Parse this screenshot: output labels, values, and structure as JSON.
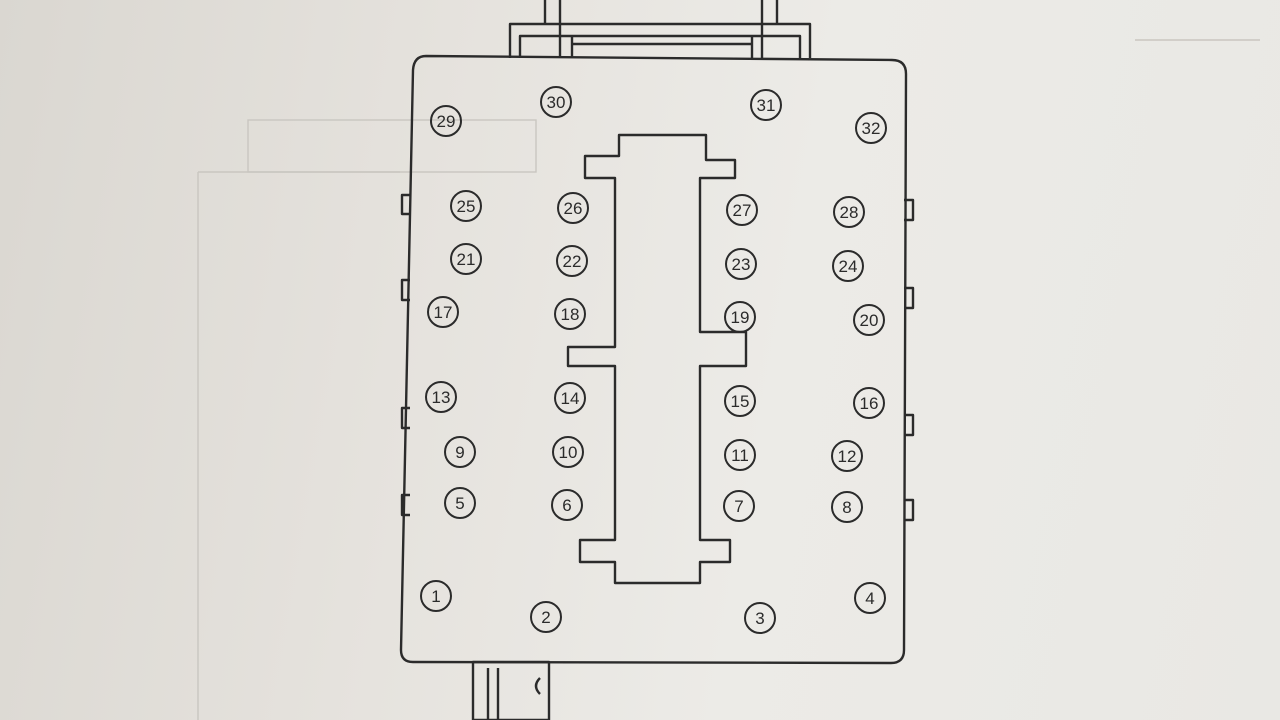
{
  "diagram": {
    "pins": [
      {
        "label": "1"
      },
      {
        "label": "2"
      },
      {
        "label": "3"
      },
      {
        "label": "4"
      },
      {
        "label": "5"
      },
      {
        "label": "6"
      },
      {
        "label": "7"
      },
      {
        "label": "8"
      },
      {
        "label": "9"
      },
      {
        "label": "10"
      },
      {
        "label": "11"
      },
      {
        "label": "12"
      },
      {
        "label": "13"
      },
      {
        "label": "14"
      },
      {
        "label": "15"
      },
      {
        "label": "16"
      },
      {
        "label": "17"
      },
      {
        "label": "18"
      },
      {
        "label": "19"
      },
      {
        "label": "20"
      },
      {
        "label": "21"
      },
      {
        "label": "22"
      },
      {
        "label": "23"
      },
      {
        "label": "24"
      },
      {
        "label": "25"
      },
      {
        "label": "26"
      },
      {
        "label": "27"
      },
      {
        "label": "28"
      },
      {
        "label": "29"
      },
      {
        "label": "30"
      },
      {
        "label": "31"
      },
      {
        "label": "32"
      }
    ]
  }
}
